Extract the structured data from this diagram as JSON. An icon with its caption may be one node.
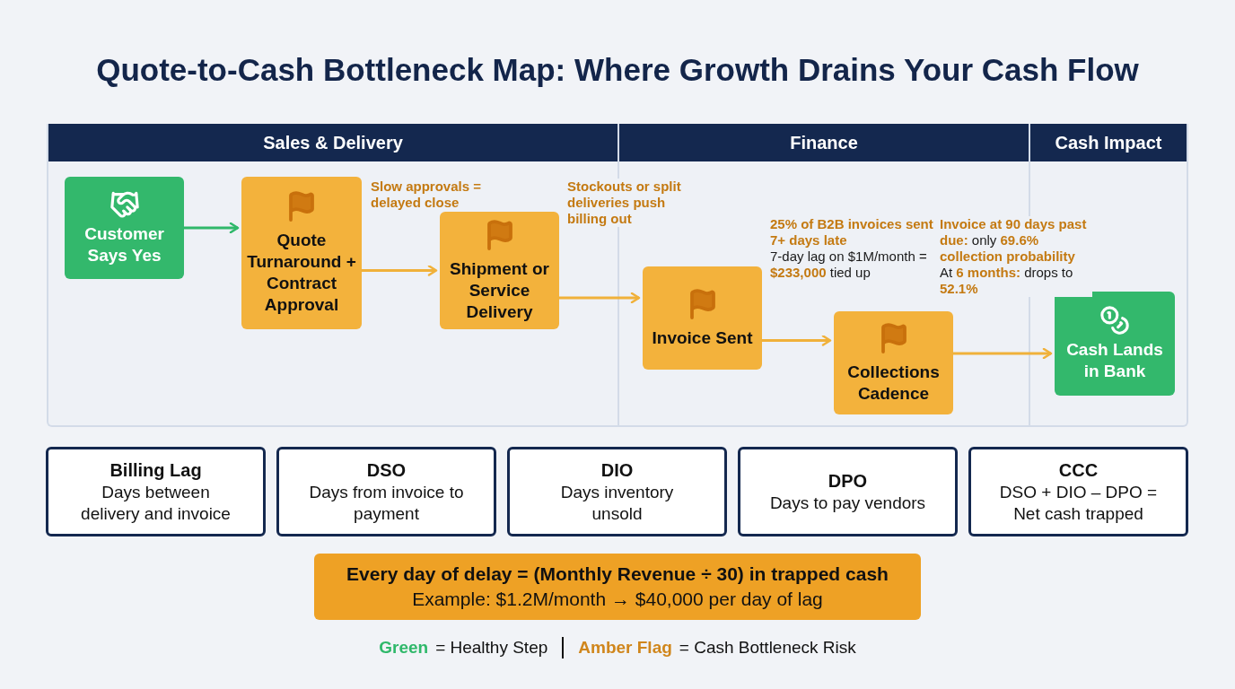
{
  "diagram": {
    "title": "Quote-to-Cash Bottleneck Map: Where Growth Drains Your Cash Flow",
    "nodes": [
      {
        "text": [
          "Sales & Delivery"
        ]
      },
      {
        "text": [
          "Customer Says Yes"
        ],
        "in": 0
      },
      {
        "text": [
          "Quote Turnaround + Contract Approval"
        ],
        "in": 0,
        "beside": [
          "**Slow approvals = delayed close**"
        ]
      },
      {
        "text": [
          "Shipment or Service Delivery"
        ],
        "in": 0,
        "beside": [
          "**Stockouts or split deliveries push billing out**"
        ]
      },
      {
        "text": [
          "Finance"
        ]
      },
      {
        "text": [
          "Invoice Sent"
        ],
        "in": 4,
        "beside": [
          "**25% of B2B invoices sent 7+ days late**",
          "7-day lag on $1M/month = **$233,000** tied up"
        ]
      },
      {
        "text": [
          "Collections Cadence"
        ],
        "in": 4,
        "beside": [
          "**Invoice at 90 days past due:** only **69.6% collection probability**",
          "At **6 months:** drops to **52.1%**"
        ]
      },
      {
        "text": [
          "Cash Impact"
        ]
      },
      {
        "text": [
          "Cash Lands in Bank"
        ],
        "in": 7
      },
      {
        "text": [
          "Billing Lag",
          "Days between delivery and invoice"
        ]
      },
      {
        "text": [
          "DSO",
          "Days from invoice to payment"
        ]
      },
      {
        "text": [
          "DIO",
          "Days inventory unsold"
        ]
      },
      {
        "text": [
          "DPO",
          "Days to pay vendors"
        ]
      },
      {
        "text": [
          "CCC",
          "DSO + DIO – DPO = Net cash trapped"
        ]
      },
      {
        "text": [
          "Every day of delay = (Monthly Revenue ÷ 30) in trapped cash",
          "Example: $1.2M/month → $40,000 per day of lag"
        ]
      }
    ],
    "edges": [
      {
        "from": 1,
        "to": 2,
        "arrow": "to",
        "color": "#2fb86a"
      },
      {
        "from": 2,
        "to": 3,
        "arrow": "to"
      },
      {
        "from": 3,
        "to": 5,
        "arrow": "to"
      },
      {
        "from": 5,
        "to": 6,
        "arrow": "to"
      },
      {
        "from": 6,
        "to": 8,
        "arrow": "to"
      }
    ],
    "labels": [
      "= Healthy Step",
      "= Cash Bottleneck Risk"
    ],
    "legend": [
      {
        "text": "Green",
        "color": "#2fb86a"
      },
      {
        "text": "Amber Flag",
        "color": "#d0861c"
      }
    ]
  }
}
